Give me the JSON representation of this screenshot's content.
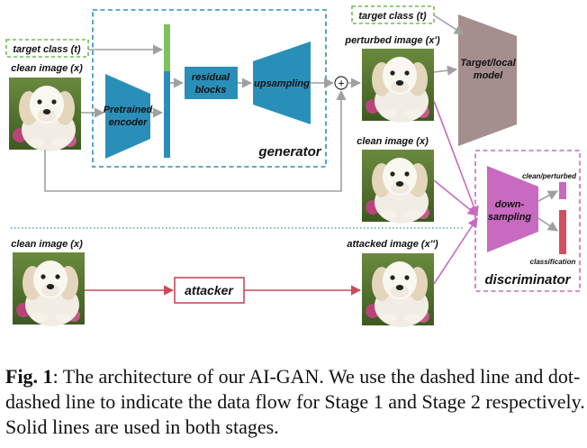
{
  "diagram": {
    "labels": {
      "target_class_top_left": "target class (t)",
      "target_class_top_right": "target class (t)",
      "clean_image_top": "clean image (x)",
      "pretrained_encoder_1": "Pretrained",
      "pretrained_encoder_2": "encoder",
      "residual_blocks_1": "residual",
      "residual_blocks_2": "blocks",
      "upsampling": "upsampling",
      "plus": "+",
      "generator": "generator",
      "perturbed_image": "perturbed image (x')",
      "target_model_1": "Target/local",
      "target_model_2": "model",
      "clean_image_mid": "clean image (x)",
      "clean_image_bottom": "clean image (x)",
      "attacker": "attacker",
      "attacked_image": "attacked image (x'')",
      "down_sampling_1": "down-",
      "down_sampling_2": "sampling",
      "clean_perturbed": "clean/perturbed",
      "classification": "classification",
      "discriminator": "discriminator"
    },
    "colors": {
      "generator_border": "#2a8fb8",
      "encoder": "#2a8fb8",
      "target_class_border": "#6abf4b",
      "discriminator_border": "#c86ac0",
      "down_sampling": "#c86ac0",
      "target_model": "#a58e8e",
      "attacker": "#c84a5a",
      "gray_line": "#a0a0a0",
      "feature_bar_green": "#7cc35a",
      "feature_bar_blue": "#2a8fb8",
      "output_bar_pink": "#c86ac0",
      "output_bar_red": "#d0505e"
    }
  },
  "caption": {
    "fig_label": "Fig. 1",
    "text": ": The architecture of our AI-GAN. We use the dashed line and dot-dashed line to indicate the data flow for Stage 1 and Stage 2 respectively. Solid lines are used in both stages."
  }
}
